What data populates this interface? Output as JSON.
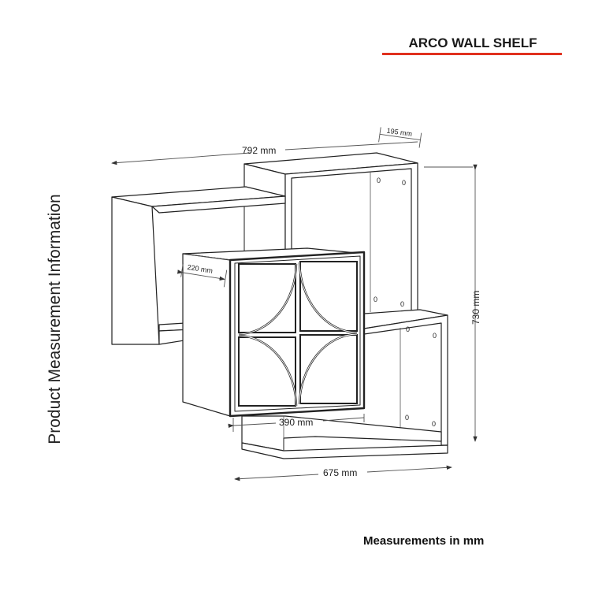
{
  "header": {
    "title": "ARCO WALL SHELF",
    "accent_color": "#e0301e"
  },
  "side_label": "Product Measurement Information",
  "dimensions": {
    "overall_width": "792 mm",
    "depth_top": "195 mm",
    "height": "730 mm",
    "depth_center": "220 mm",
    "door_width": "390 mm",
    "bottom_width": "675 mm"
  },
  "footer": "Measurements in mm"
}
